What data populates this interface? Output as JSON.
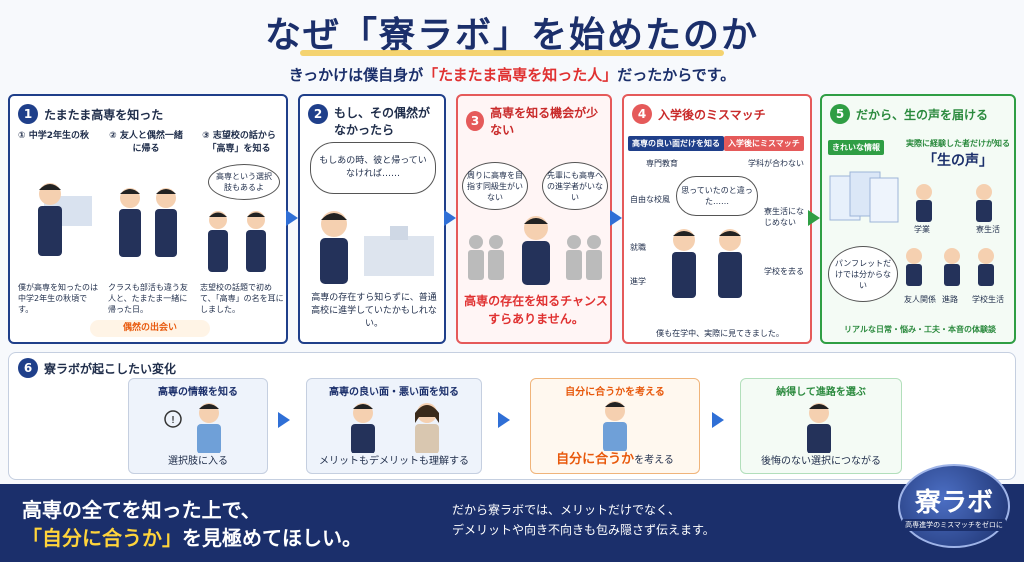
{
  "title": "なぜ「寮ラボ」を始めたのか",
  "subtitle_pre": "きっかけは僕自身が",
  "subtitle_hl": "「たまたま高専を知った人」",
  "subtitle_post": "だったからです。",
  "panel1": {
    "num": "1",
    "heading": "たまたま高専を知った",
    "sub1": "① 中学2年生の秋",
    "sub2": "② 友人と偶然一緒に帰る",
    "sub3": "③ 志望校の話から「高専」を知る",
    "bubble": "高専という選択肢もあるよ",
    "cap1": "僕が高専を知ったのは中学2年生の秋頃です。",
    "cap2": "クラスも部活も違う友人と、たまたま一緒に帰った日。",
    "cap3": "志望校の話題で初めて、「高専」の名を耳にしました。",
    "chance": "偶然の出会い"
  },
  "panel2": {
    "num": "2",
    "heading": "もし、その偶然がなかったら",
    "bubble": "もしあの時、彼と帰っていなければ……",
    "caption": "高専の存在すら知らずに、普通高校に進学していたかもしれない。"
  },
  "panel3": {
    "num": "3",
    "heading": "高専を知る機会が少ない",
    "bubble1": "周りに高専を目指す同級生がいない",
    "bubble2": "先輩にも高専への進学者がいない",
    "caption": "高専の存在を知るチャンスすらありません。"
  },
  "panel4": {
    "num": "4",
    "heading": "入学後のミスマッチ",
    "tag_good": "高専の良い面だけを知る",
    "tag_bad": "入学後にミスマッチ",
    "good_items": [
      "専門教育",
      "自由な校風",
      "就職",
      "進学"
    ],
    "bad_items": [
      "学科が合わない",
      "寮生活になじめない",
      "学校を去る"
    ],
    "bubble": "思っていたのと違った……",
    "caption": "僕も在学中、実際に見てきました。"
  },
  "panel5": {
    "num": "5",
    "heading": "だから、生の声を届ける",
    "tag_pretty": "きれいな情報",
    "tag_real": "実際に経験した者だけが知る",
    "real_voice": "「生の声」",
    "bubble": "パンフレットだけでは分からない",
    "items": [
      "学業",
      "寮生活",
      "友人関係",
      "進路",
      "学校生活"
    ],
    "caption": "リアルな日常・悩み・工夫・本音の体験談"
  },
  "panel6": {
    "num": "6",
    "heading": "寮ラボが起こしたい変化",
    "cards": [
      {
        "title": "高専の情報を知る",
        "bottom": "選択肢に入る"
      },
      {
        "title": "高専の良い面・悪い面を知る",
        "bottom": "メリットもデメリットも理解する"
      },
      {
        "title": "自分に合うかを考える",
        "bottom_hl": "自分に合うか",
        "bottom": "を考える"
      },
      {
        "title": "納得して進路を選ぶ",
        "bottom": "後悔のない選択につながる"
      }
    ]
  },
  "footer": {
    "line1": "高専の全てを知った上で、",
    "line2_hl": "「自分に合うか」",
    "line2_post": "を見極めてほしい。",
    "right1": "だから寮ラボでは、メリットだけでなく、",
    "right2": "デメリットや向き不向きも包み隠さず伝えます。"
  },
  "logo": {
    "name": "寮ラボ",
    "tagline": "高専進学のミスマッチをゼロに"
  },
  "colors": {
    "navy": "#1b2f6b",
    "red": "#e03131",
    "green": "#2f9e44",
    "yellow": "#ffd43b",
    "arrow": "#2f6fd6"
  }
}
